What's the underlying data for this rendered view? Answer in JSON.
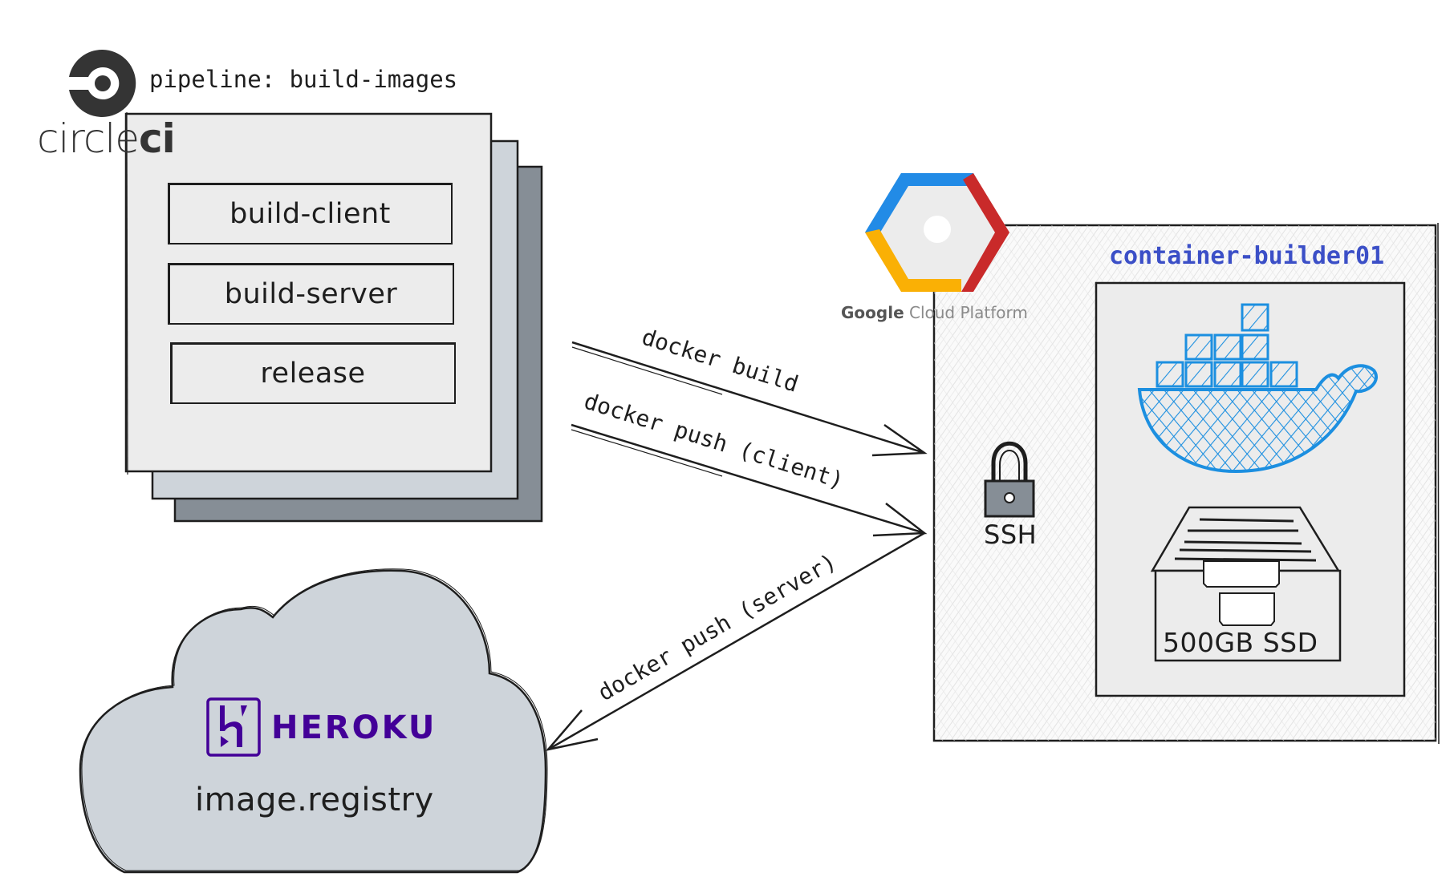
{
  "diagram": {
    "pipeline": {
      "label": "pipeline: build-images",
      "logo": {
        "icon": "circleci-logo-icon",
        "text_light": "circle",
        "text_bold": "ci",
        "color": "#343434"
      },
      "jobs": [
        {
          "label": "build-client"
        },
        {
          "label": "build-server"
        },
        {
          "label": "release"
        }
      ],
      "colors": {
        "front": "#ececec",
        "middle": "#ced4da",
        "back": "#868e96"
      }
    },
    "arrows": [
      {
        "label": "docker build",
        "from": "pipeline",
        "to": "container-builder01"
      },
      {
        "label": "docker push (client)",
        "from": "pipeline",
        "to": "container-builder01"
      },
      {
        "label": "docker push (server)",
        "from": "container-builder01",
        "to": "heroku-registry"
      }
    ],
    "gcp": {
      "icon": "google-cloud-platform-logo-icon",
      "caption_google": "Google",
      "caption_rest": "Cloud Platform",
      "colors": {
        "blue": "#228be6",
        "red": "#c92a2a",
        "yellow": "#fab005"
      }
    },
    "server": {
      "name": "container-builder01",
      "name_color": "#3b4fc7",
      "ssh_label": "SSH",
      "ssh_icon": "padlock-icon",
      "docker_icon": "docker-whale-icon",
      "docker_color": "#1c8fe0",
      "disk_icon": "ssd-drive-icon",
      "disk_label": "500GB SSD"
    },
    "registry": {
      "brand": "HEROKU",
      "brand_icon": "heroku-logo-icon",
      "brand_color": "#430098",
      "label": "image.registry",
      "cloud_color": "#ced4da"
    }
  }
}
